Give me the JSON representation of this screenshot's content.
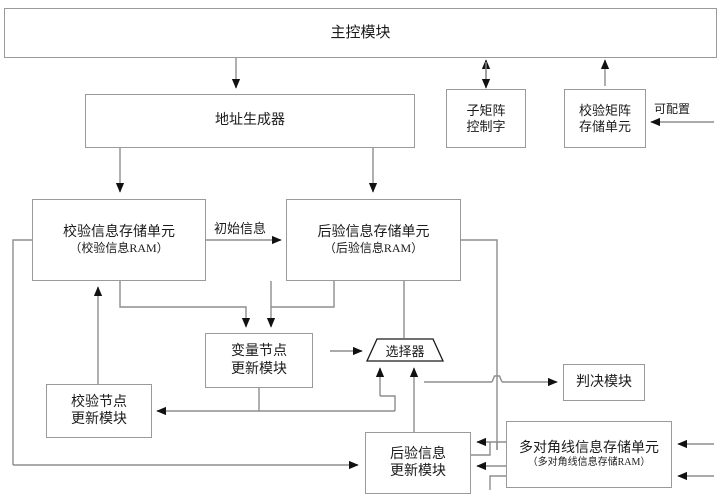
{
  "diagram": {
    "title_node": "主控模块",
    "nodes": {
      "main_control": {
        "label": "主控模块"
      },
      "address_generator": {
        "label": "地址生成器"
      },
      "sub_matrix_ctrl": {
        "line1": "子矩阵",
        "line2": "控制字"
      },
      "check_matrix_store": {
        "line1": "校验矩阵",
        "line2": "存储单元"
      },
      "check_info_ram": {
        "line1": "校验信息存储单元",
        "line2": "（校验信息RAM）"
      },
      "post_info_ram": {
        "line1": "后验信息存储单元",
        "line2": "（后验信息RAM）"
      },
      "var_node_update": {
        "line1": "变量节点",
        "line2": "更新模块"
      },
      "check_node_update": {
        "line1": "校验节点",
        "line2": "更新模块"
      },
      "selector": {
        "label": "选择器"
      },
      "decision_module": {
        "label": "判决模块"
      },
      "post_info_update": {
        "line1": "后验信息",
        "line2": "更新模块"
      },
      "multi_diag_store": {
        "line1": "多对角线信息存储单元",
        "line2": "（多对角线信息存储RAM）"
      }
    },
    "edge_labels": {
      "initial_info": "初始信息",
      "configurable": "可配置"
    },
    "colors": {
      "box_border": "#9a9a9a",
      "line": "#8d8d8d",
      "arrow_fill": "#111111",
      "text": "#1a1a1a",
      "background": "#ffffff"
    }
  }
}
